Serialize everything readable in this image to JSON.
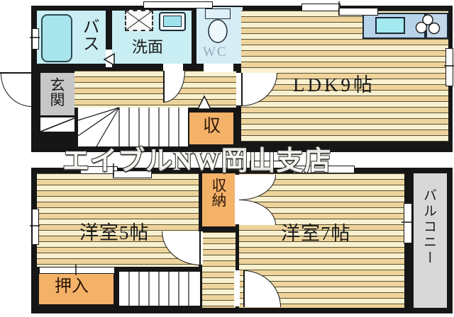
{
  "watermark": "エイブルNW岡山支店",
  "colors": {
    "wall": "#161616",
    "wood_light": "#f8f0cf",
    "wood_tan": "#eed49c",
    "storage_orange": "#f4b269",
    "bath_blue": "#c9eef3",
    "wc_blue": "#d6edf6",
    "kitchen_blue": "#b7d3e9",
    "sink_cyan": "#a2e9f0",
    "entrance_gray": "#c7c7c7",
    "balcony_gray": "#d8d8d8"
  },
  "floor1": {
    "rooms": {
      "bath": {
        "label": "バス"
      },
      "washroom": {
        "label": "洗面"
      },
      "wc": {
        "label": "WC"
      },
      "entrance": {
        "label": "玄関"
      },
      "ldk": {
        "label": "LDK9帖",
        "area_tatami": 9
      },
      "storage": {
        "label": "収"
      }
    }
  },
  "floor2": {
    "rooms": {
      "western5": {
        "label": "洋室5帖",
        "area_tatami": 5
      },
      "closet": {
        "label": "収納"
      },
      "western7": {
        "label": "洋室7帖",
        "area_tatami": 7
      },
      "balcony": {
        "label": "バルコニー"
      },
      "oshiire": {
        "label": "押入"
      }
    }
  }
}
